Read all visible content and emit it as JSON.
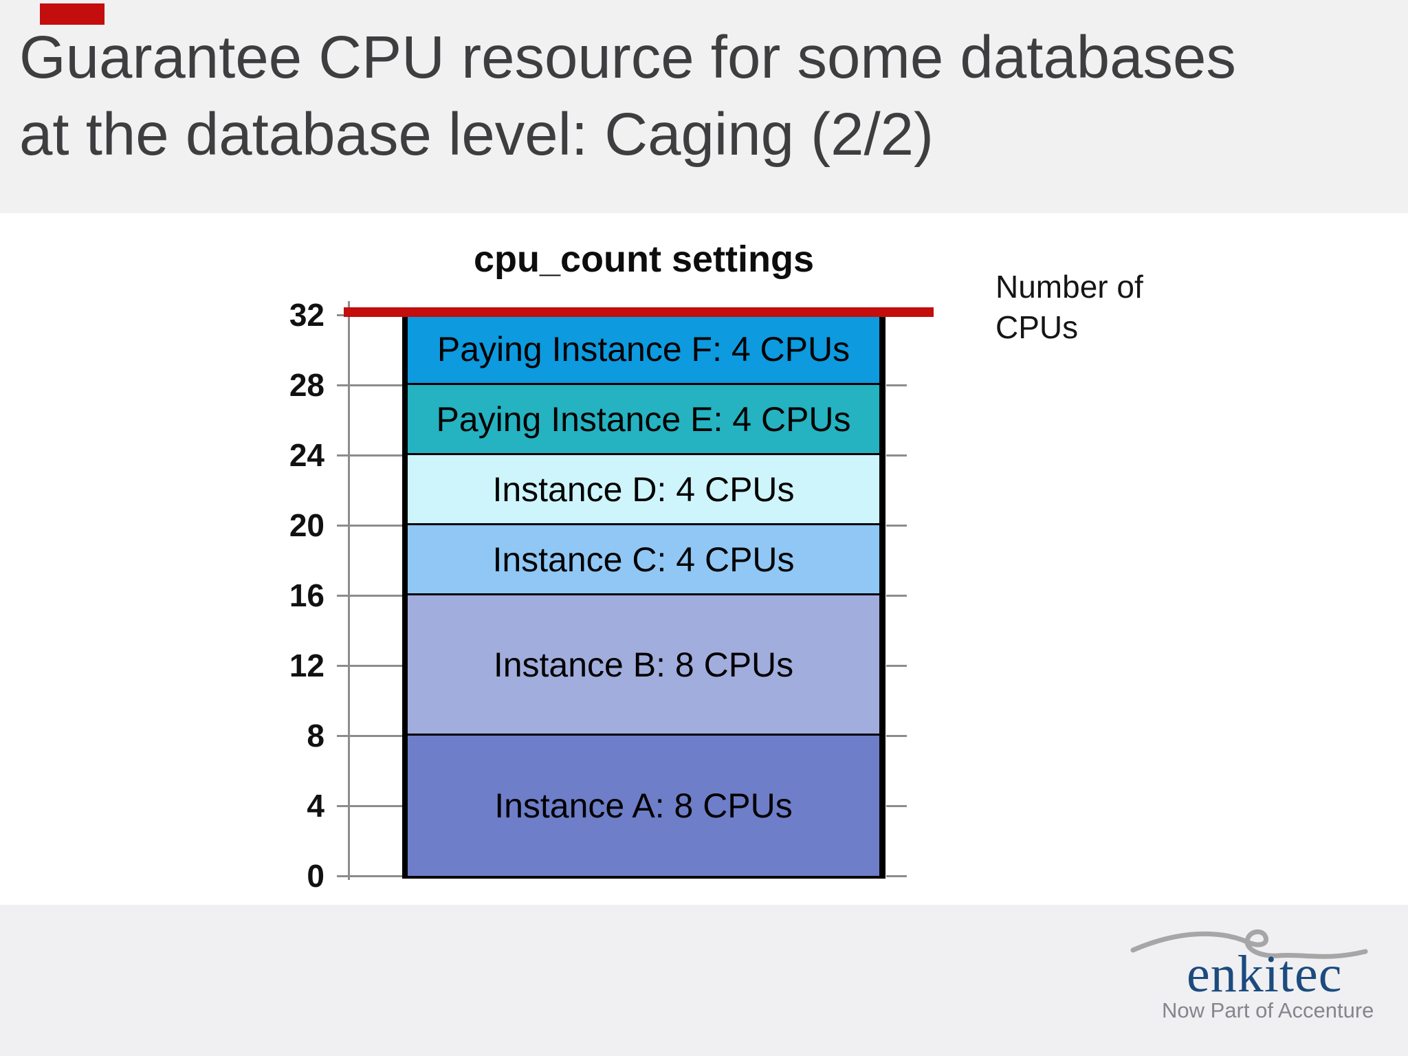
{
  "slide": {
    "title_line1": "Guarantee CPU resource for some databases",
    "title_line2": "at the database level: Caging (2/2)",
    "accent_color": "#c40d0d"
  },
  "chart_data": {
    "type": "bar",
    "subtype": "stacked-column",
    "title": "cpu_count settings",
    "ylim": [
      0,
      32
    ],
    "y_ticks": [
      0,
      4,
      8,
      12,
      16,
      20,
      24,
      28,
      32
    ],
    "grid": "tick-stubs-only",
    "capacity_line": {
      "value": 32,
      "color": "#c40d0d"
    },
    "annotation": "Number of CPUs",
    "segments_bottom_to_top": [
      {
        "label": "Instance A: 8 CPUs",
        "value": 8,
        "color": "#6e7ec8"
      },
      {
        "label": "Instance B: 8 CPUs",
        "value": 8,
        "color": "#a1addc"
      },
      {
        "label": "Instance C: 4 CPUs",
        "value": 4,
        "color": "#90c7f4"
      },
      {
        "label": "Instance D: 4 CPUs",
        "value": 4,
        "color": "#cef5fb"
      },
      {
        "label": "Paying Instance E: 4 CPUs",
        "value": 4,
        "color": "#25b2c1"
      },
      {
        "label": "Paying Instance F: 4 CPUs",
        "value": 4,
        "color": "#0d9ade"
      }
    ]
  },
  "footer": {
    "logo_text": "enkitec",
    "logo_tagline": "Now Part of Accenture",
    "logo_color": "#1c4b7e",
    "swoosh_color": "#a6a6a6"
  }
}
